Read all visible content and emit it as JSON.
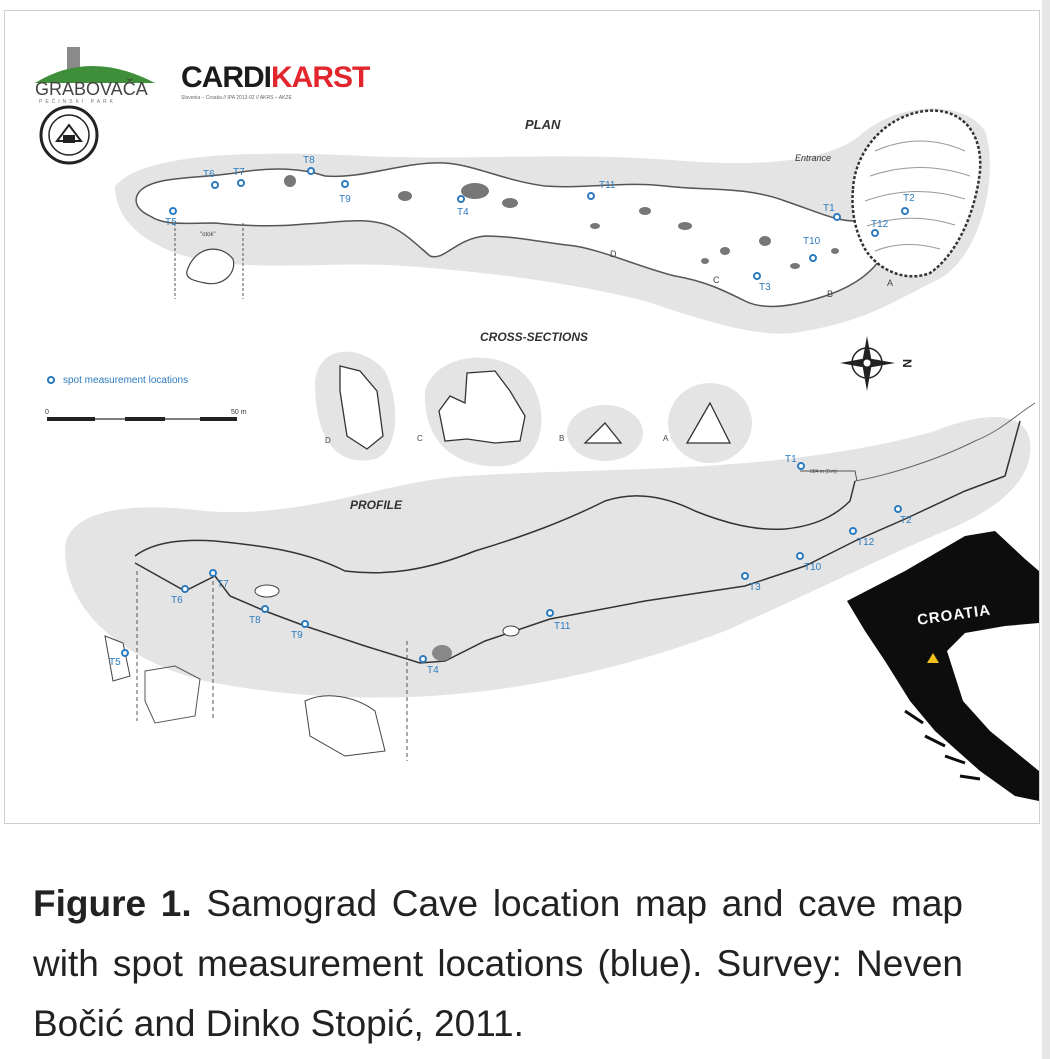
{
  "logos": {
    "grabovaca_text": "GRABOVAČA",
    "grabovaca_sub": "PEĆINSKI PARK",
    "cardi_part1": "CARDI",
    "cardi_part2": "KARST",
    "cardikarst_sub": "Slovenia – Croatia // IPA 2013-02 // AKRS – AKZE",
    "colors": {
      "cardi": "#1b1b1b",
      "karst": "#e1262d",
      "grabovaca_green": "#3f8f3a"
    }
  },
  "map": {
    "plan_label": "PLAN",
    "cross_sections_label": "CROSS-SECTIONS",
    "profile_label": "PROFILE",
    "entrance_label": "Entrance",
    "croatia_label": "CROATIA",
    "north_label": "N",
    "legend_label": "spot measurement locations",
    "scale_start": "0",
    "scale_end": "50 m",
    "detail_label": "\"otok\"",
    "elevation_label": "684 m (0 m)",
    "section_letters": [
      "A",
      "B",
      "C",
      "D"
    ],
    "plan_points": [
      "T5",
      "T6",
      "T7",
      "T8",
      "T9",
      "T4",
      "T11",
      "T3",
      "T10",
      "T1",
      "T12",
      "T2"
    ],
    "profile_points": [
      "T1",
      "T2",
      "T12",
      "T10",
      "T3",
      "T11",
      "T4",
      "T9",
      "T8",
      "T7",
      "T6",
      "T5"
    ],
    "colors": {
      "measure": "#2b7bbf",
      "shade": "#e4e4e4",
      "line": "#4a4a4a",
      "location_marker": "#f3c21b"
    }
  },
  "caption": {
    "bold": "Figure 1.",
    "text": " Samograd Cave location map and cave map with spot measurement locations (blue). Survey: Neven Bočić and Dinko Stopić, 2011."
  }
}
